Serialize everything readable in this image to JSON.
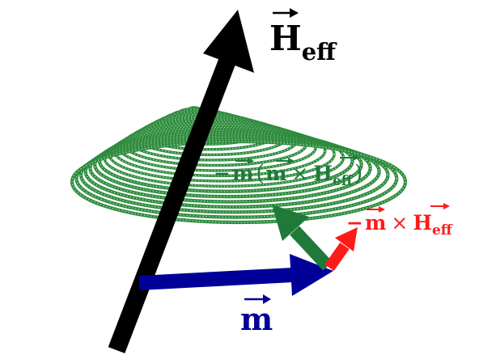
{
  "labels": {
    "heff": {
      "main": "H",
      "sub": "eff"
    },
    "damping": {
      "minus": "−",
      "m1": "m",
      "lparen": "(",
      "m2": "m",
      "cross": "×",
      "h": "H",
      "sub": "eff",
      "rparen": ")"
    },
    "precession": {
      "minus": "−",
      "m": "m",
      "cross": "×",
      "h": "H",
      "sub": "eff"
    },
    "m": {
      "main": "m"
    }
  },
  "colors": {
    "heff_axis": "#000000",
    "m_vector": "#000099",
    "damping_vector": "#1f7a3a",
    "precession_vector": "#ff1a1a",
    "trajectory": "#2e8b3e"
  }
}
